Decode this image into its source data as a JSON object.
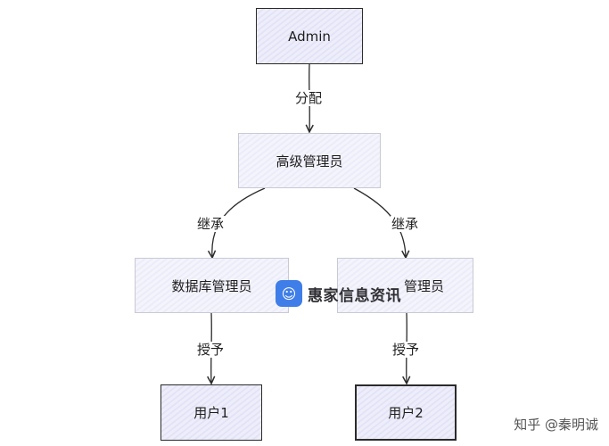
{
  "nodes": {
    "admin": "Admin",
    "senior_admin": "高级管理员",
    "db_admin": "数据库管理员",
    "other_admin": "管理员",
    "user1": "用户1",
    "user2": "用户2"
  },
  "edges": {
    "assign": "分配",
    "inherit_left": "继承",
    "inherit_right": "继承",
    "grant_left": "授予",
    "grant_right": "授予"
  },
  "watermark": {
    "logo_glyph": "☺",
    "text": "惠家信息资讯"
  },
  "signature": "知乎 @秦明诚",
  "colors": {
    "node_fill": "#e6e6f8",
    "stroke": "#2b2b2b",
    "logo": "#3f7ee8"
  }
}
